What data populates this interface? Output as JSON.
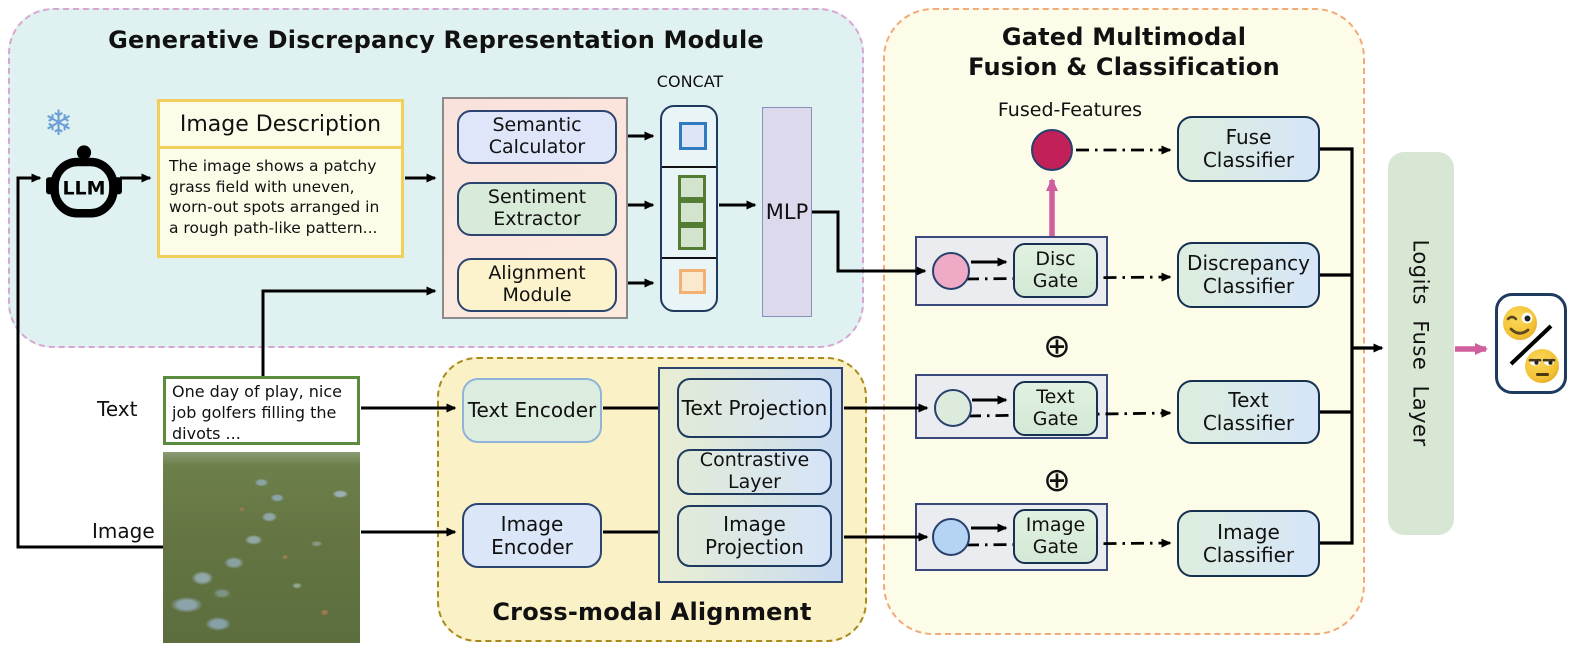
{
  "gdrm": {
    "title": "Generative Discrepancy Representation Module",
    "llm": {
      "label": "LLM"
    },
    "image_description": {
      "title": "Image Description",
      "body": "The image shows a patchy grass field with uneven, worn-out spots arranged in a rough path-like pattern..."
    },
    "modules": [
      {
        "label": "Semantic Calculator"
      },
      {
        "label": "Sentiment Extractor"
      },
      {
        "label": "Alignment Module"
      }
    ],
    "concat_label": "CONCAT",
    "mlp_label": "MLP"
  },
  "inputs": {
    "text_label": "Text",
    "text_sample": "One day of play, nice job golfers filling the divots ...",
    "image_label": "Image"
  },
  "cross_modal": {
    "title": "Cross-modal Alignment",
    "text_encoder": "Text Encoder",
    "image_encoder": "Image Encoder",
    "text_projection": "Text Projection",
    "contrastive_layer": "Contrastive Layer",
    "image_projection": "Image Projection"
  },
  "gmfc": {
    "title_line1": "Gated Multimodal",
    "title_line2": "Fusion & Classification",
    "fused_features_label": "Fused-Features",
    "plus_operator": "⊕",
    "gates": [
      {
        "label": "Disc Gate"
      },
      {
        "label": "Text Gate"
      },
      {
        "label": "Image Gate"
      }
    ],
    "classifiers": [
      {
        "label": "Fuse Classifier"
      },
      {
        "label": "Discrepancy Classifier"
      },
      {
        "label": "Text Classifier"
      },
      {
        "label": "Image Classifier"
      }
    ]
  },
  "output": {
    "logits_label": "Logits Fuse Layer",
    "result_icons": [
      "winking-face",
      "unamused-face"
    ],
    "snowflake_icon": "❄"
  },
  "colors": {
    "gdrm_bg": "#dff1f1",
    "gdrm_border": "#d9a6d2",
    "gmfc_bg": "#fcfce9",
    "gmfc_border": "#f2a97c",
    "cross_modal_bg": "#fbf1c7",
    "cross_modal_border": "#a8891c",
    "accent_pink": "#cf5f9d",
    "fused_circle": "#c22058",
    "disc_circle": "#efaac5",
    "text_circle": "#dcebdc",
    "image_circle": "#b5d3f3"
  }
}
